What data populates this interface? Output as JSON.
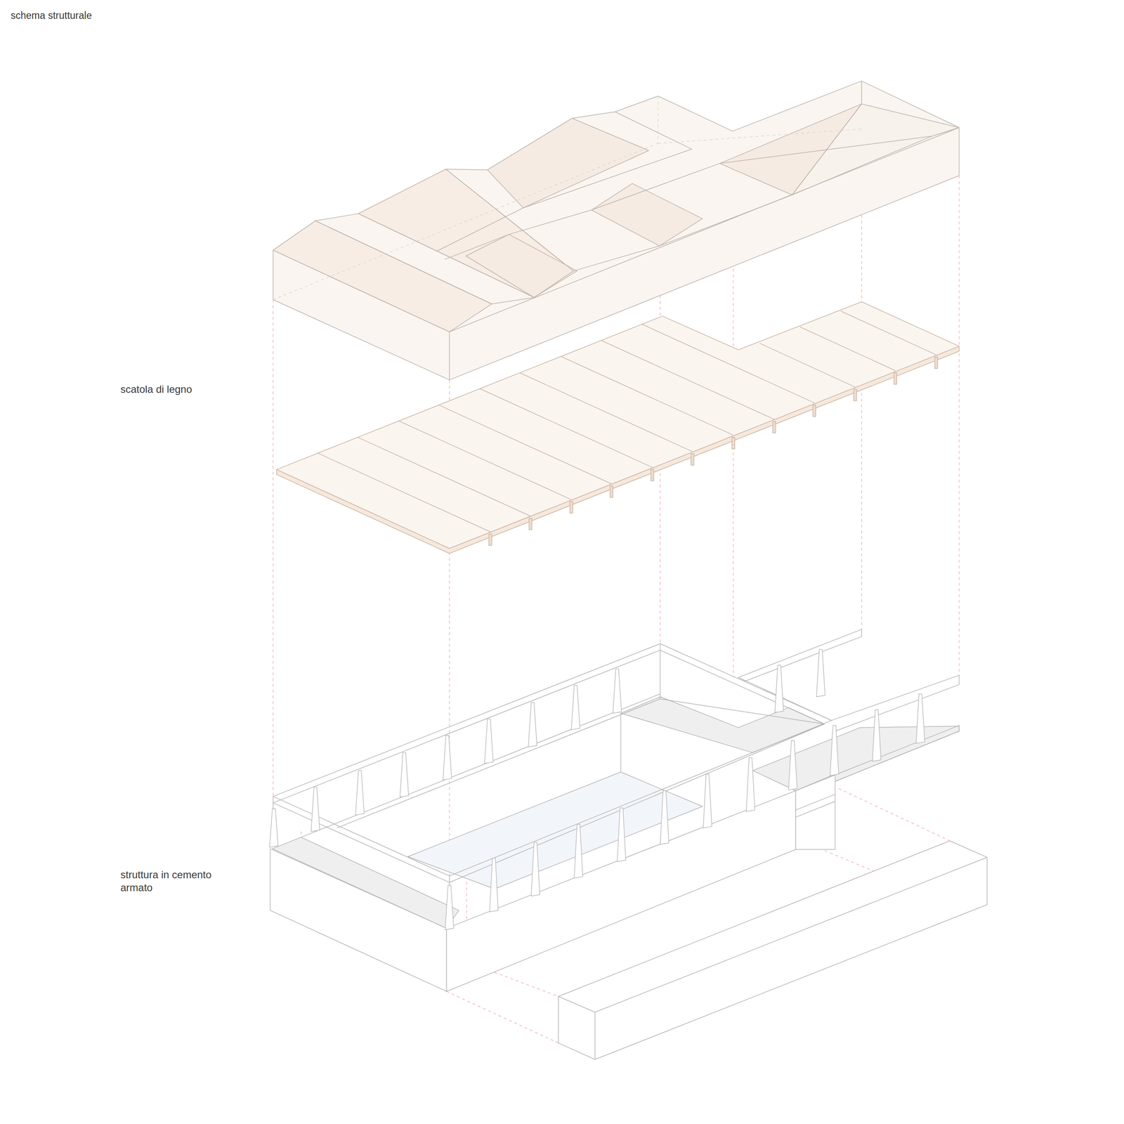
{
  "diagram": {
    "title": "schema strutturale",
    "labels": [
      "scatola di legno",
      "struttura in cemento armato"
    ]
  }
}
